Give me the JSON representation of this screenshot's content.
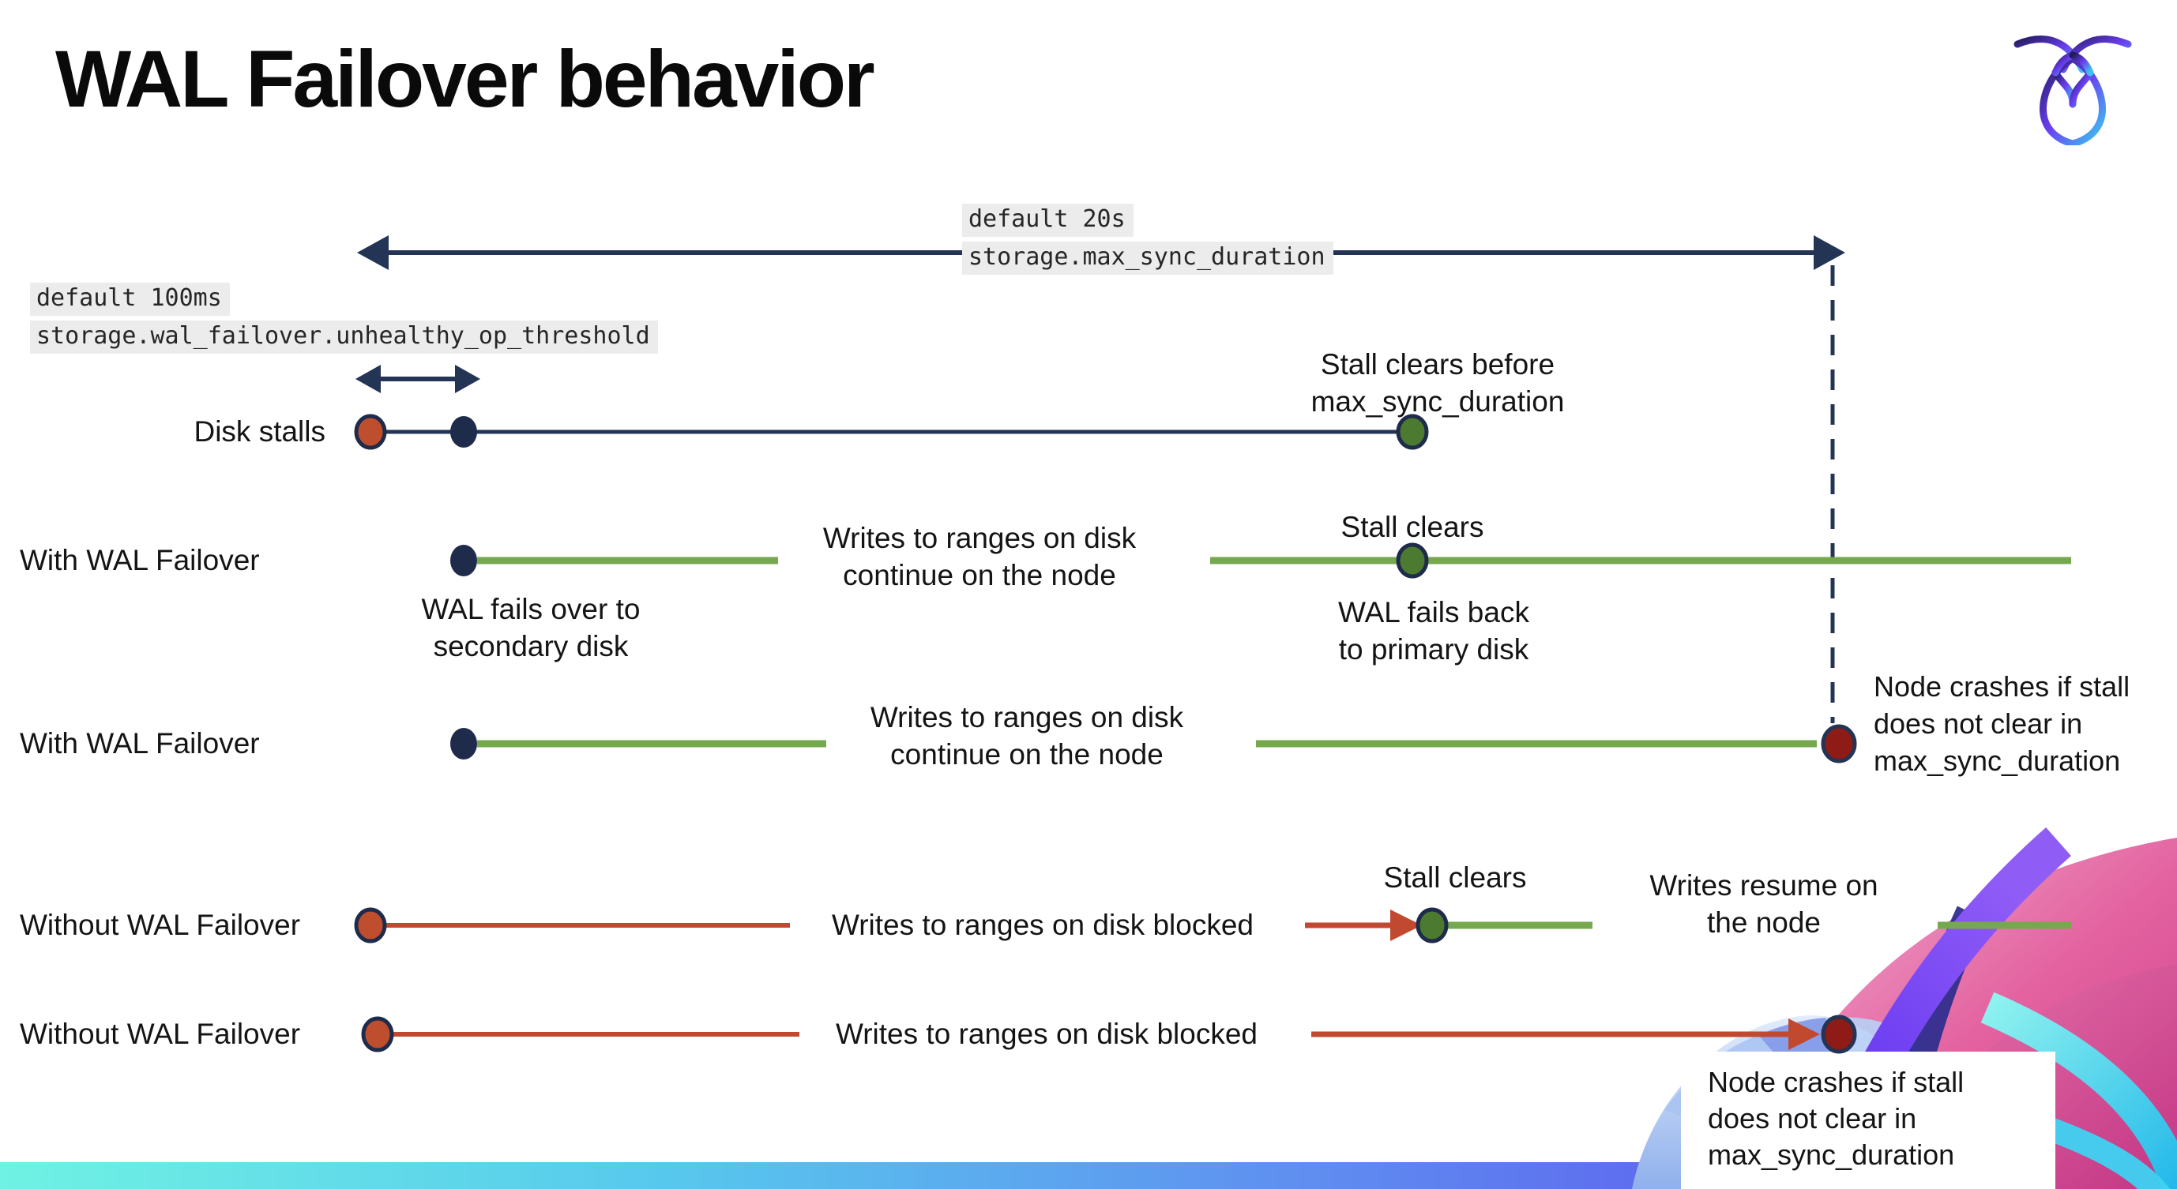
{
  "page": {
    "title": "WAL Failover behavior",
    "logo": "cockroachdb-logo"
  },
  "callouts": {
    "max_sync_duration": {
      "default_label": "default 20s",
      "setting": "storage.max_sync_duration"
    },
    "unhealthy_op_threshold": {
      "default_label": "default 100ms",
      "setting": "storage.wal_failover.unhealthy_op_threshold"
    }
  },
  "rows": [
    {
      "label": "Disk stalls",
      "notes": {
        "stall_clears_before": "Stall clears before\nmax_sync_duration"
      }
    },
    {
      "label": "With WAL Failover",
      "notes": {
        "writes_continue": "Writes to ranges on disk\ncontinue on the node",
        "stall_clears": "Stall clears",
        "fails_over": "WAL fails over to\nsecondary disk",
        "fails_back": "WAL fails  back\nto primary disk"
      }
    },
    {
      "label": "With WAL Failover",
      "notes": {
        "writes_continue": "Writes to ranges on disk\ncontinue on the node",
        "node_crashes": "Node crashes if stall\ndoes not clear in\nmax_sync_duration"
      }
    },
    {
      "label": "Without WAL Failover",
      "notes": {
        "writes_blocked": "Writes to ranges on disk  blocked",
        "stall_clears": "Stall clears",
        "writes_resume": "Writes resume on\nthe node"
      }
    },
    {
      "label": "Without WAL Failover",
      "notes": {
        "writes_blocked": "Writes to ranges on disk  blocked",
        "node_crashes": "Node crashes if stall\ndoes not clear in\nmax_sync_duration"
      }
    }
  ],
  "colors": {
    "navy": "#233454",
    "navy_dot": "#1E2B4A",
    "green_line": "#76A94E",
    "green_dot": "#4C7A31",
    "red_line": "#C0492F",
    "red_dot": "#BF4E2E",
    "dark_red_dot": "#8E1B15",
    "code_bg": "#ECECEC"
  }
}
